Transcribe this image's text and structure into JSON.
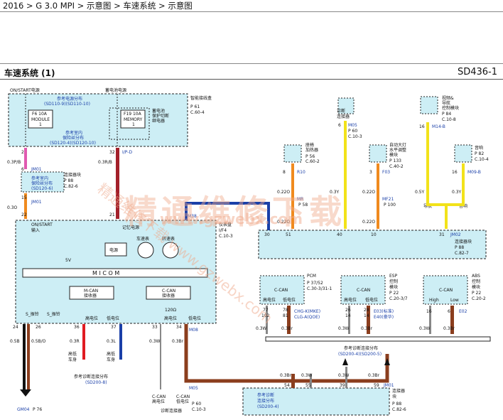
{
  "breadcrumb": "2016 > G 3.0 MPI > 示意图 > 车速系统 > 示意图",
  "page_title": "车速系统 (1)",
  "page_code": "SD436-1",
  "watermark": {
    "main": "精通维修下载",
    "url": "www.gzwebx.com",
    "diag": "精通维修下载 www.gzwebx.com"
  },
  "colors": {
    "wire_pink": "#e05ab0",
    "wire_darkred": "#a3202a",
    "wire_orange": "#f08a1e",
    "wire_yellow": "#f2e21a",
    "wire_blue": "#1a3fa8",
    "wire_red": "#e01b22",
    "wire_brown": "#8b3e1e",
    "box_fill": "#cdeef5"
  },
  "labels": {
    "on_start_power": "ON/START电源",
    "bat_power": "蓄电池电源",
    "junction_box": "智能接线盒",
    "junction_conn": "P 61",
    "junction_conn2": "C.60-4",
    "ref_power_dist": "参考电源分布",
    "ref_power_codes": "(SD110-9)(SD110-10)",
    "fuse1": "F6 10A",
    "fuse1b": "MODULE",
    "fuse1c": "1",
    "fuse2": "F19 10A",
    "fuse2b": "MEMORY",
    "fuse2c": "1",
    "relay1": "蓄电池",
    "relay2": "保护切断",
    "relay3": "继电器",
    "ref_ground": "参考室内",
    "ref_ground2": "保险丝分布",
    "ref_ground_codes": "(SD120-4)(SD120-10)",
    "pin2": "2",
    "pin32": "32",
    "w1": "0.3P/B",
    "w2": "0.3R/B",
    "jm01": "JM01",
    "ipd": "I/P-D",
    "conn_block": "连接器块",
    "conn_block_ref": "P 88",
    "conn_block_ref2": "C.82-6",
    "ref_fuse_dist": "参考室内",
    "ref_fuse_dist2": "保险丝分布",
    "ref_fuse_dist3": "(SD120-6)",
    "pin6": "6",
    "pin15": "15",
    "pin22": "22",
    "pin21": "21",
    "w3": "0.3O",
    "m38": "M38",
    "on_start_in": "ON/START",
    "on_start_in2": "输入",
    "mem_power": "记忆电源",
    "power": "电源",
    "odo": "车速表",
    "tach": "转速表",
    "micom": "M I C O M",
    "vol": "5V",
    "mcan": "M-CAN",
    "mcan2": "接收器",
    "ccan": "C-CAN",
    "ccan2": "接收器",
    "high": "高电位",
    "low": "低电位",
    "r120": "120Ω",
    "s_hi": "S_振铃",
    "s_lo": "S_振铃",
    "p24": "24",
    "p26": "26",
    "p36": "36",
    "p37": "37",
    "p33": "33",
    "p34": "34",
    "m08": "M08",
    "w_24": "0.5B",
    "w_26": "0.5B/O",
    "w_36": "0.3R",
    "w_37": "0.3L",
    "w_33": "0.3W",
    "w_34": "0.3Br",
    "gm04": "GM04",
    "p76": "P 76",
    "hi_body": "高低",
    "hi_body2": "车身",
    "lo_body": "高低",
    "lo_body2": "车身",
    "ref_diag_dist": "参考诊断连接分布",
    "ref_diag_dist2": "(SD200-8)",
    "ccan_hi": "C-CAN",
    "ccan_hi2": "高电位",
    "ccan_lo": "C-CAN",
    "ccan_lo2": "低电位",
    "m05": "M05",
    "p60": "P 60",
    "p60b": "C.10-3",
    "diag_conn": "诊断连接器",
    "meter": "仪表盘",
    "meter2": "I/F4",
    "meter3": "C.10-3",
    "seat_heat": "座椅",
    "seat_heat2": "加热器",
    "seat_ref": "P 56",
    "seat_ref2": "C.60-2",
    "r10": "R10",
    "mr": "MR",
    "p58": "P 58",
    "diag_label": "诊断",
    "diag_label2": "连接器",
    "m05b": "M05",
    "p60c": "P 60",
    "p60d": "C.10-3",
    "auto_lamp": "自动大灯",
    "auto_lamp2": "水平调整",
    "auto_lamp3": "模块",
    "auto_ref": "P 133",
    "auto_ref2": "C.40-2",
    "f03": "F03",
    "mf21": "MF21",
    "p100": "P 100",
    "audio": "音响",
    "audio_ref": "P 82",
    "audio_ref2": "C.10-4",
    "m09b": "M09-B",
    "nav": "视频&",
    "nav2": "导航",
    "nav3": "控制模块",
    "nav_ref": "P 84",
    "nav_ref2": "C.10-8",
    "m14b": "M14-B",
    "navi": "导航",
    "audio_s": "音响",
    "p8a": "8",
    "p8b": "8",
    "p6": "6",
    "p3": "3",
    "p16a": "16",
    "p16b": "16",
    "w_022a": "0.22O",
    "w_022b": "0.22O",
    "w_022c": "0.22O",
    "w_03y": "0.3Y",
    "w_03ya": "0.5Y",
    "w_03yb": "0.3Y",
    "p30": "30",
    "p51": "51",
    "p40": "40",
    "p10": "10",
    "p31": "31",
    "jm02": "JM02",
    "conn_blk2": "连接器块",
    "conn_blk2b": "P 88",
    "conn_blk2c": "C.82-7",
    "pcm": "PCM",
    "pcm_ref": "P 37/52",
    "pcm_ref2": "C.30-3/31-1",
    "esp": "ESP",
    "esp2": "控制",
    "esp3": "模块",
    "esp_ref": "P 22",
    "esp_ref2": "C.20-3/7",
    "abs": "ABS",
    "abs2": "控制",
    "abs3": "模块",
    "abs_ref": "P 22",
    "abs_ref2": "C.20-2",
    "c_can_p": "C-CAN",
    "c_can_e": "C-CAN",
    "c_can_a": "C-CAN",
    "hi_p": "高电位",
    "lo_p": "低电位",
    "hi_e": "高电位",
    "lo_e": "低电位",
    "hi_a": "High",
    "lo_a": "Low",
    "chg": "CHG-K(MKE)",
    "clg": "CLG-A(QOE)",
    "e03": "E03(标准)",
    "e40": "E40(豪华)",
    "e02": "E02",
    "p77": "77",
    "p102": "102",
    "p78": "78",
    "p81": "81",
    "p26b": "26",
    "p14b": "14",
    "p28": "28",
    "p14c": "14",
    "p16c": "16",
    "p6b": "6",
    "w_pw": "0.3W",
    "w_pbr": "0.3Br",
    "w_ew": "0.3W",
    "w_ebr": "0.3Br",
    "w_aw": "0.3W",
    "w_abr": "0.3Br",
    "ref_diag2": "参考诊断连接分布",
    "ref_diag2b": "(SD200-4)(SD200-5)",
    "p54": "54",
    "p55": "55",
    "p39": "39",
    "p59": "59",
    "jm01b": "JM01",
    "w_b1": "0.3Br",
    "w_b2": "0.3W",
    "w_b3": "0.3W",
    "w_b4": "0.3Br",
    "ref_diag3": "参考诊断",
    "ref_diag3b": "连接分布",
    "ref_diag3c": "(SD200-4)",
    "conn_blk3": "连接器",
    "conn_blk3b": "块",
    "conn_blk3c": "P 88",
    "conn_blk3d": "C.82-6"
  }
}
